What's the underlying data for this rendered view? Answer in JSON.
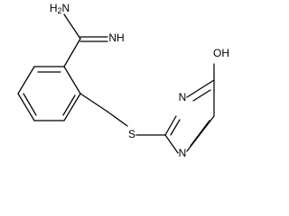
{
  "molecule": {
    "atoms": {
      "nh2": {
        "main": "H",
        "sub": "2",
        "tail": "N"
      },
      "nh": "NH",
      "s": "S",
      "n_top": "N",
      "n_bottom": "N",
      "oh": "OH"
    }
  }
}
